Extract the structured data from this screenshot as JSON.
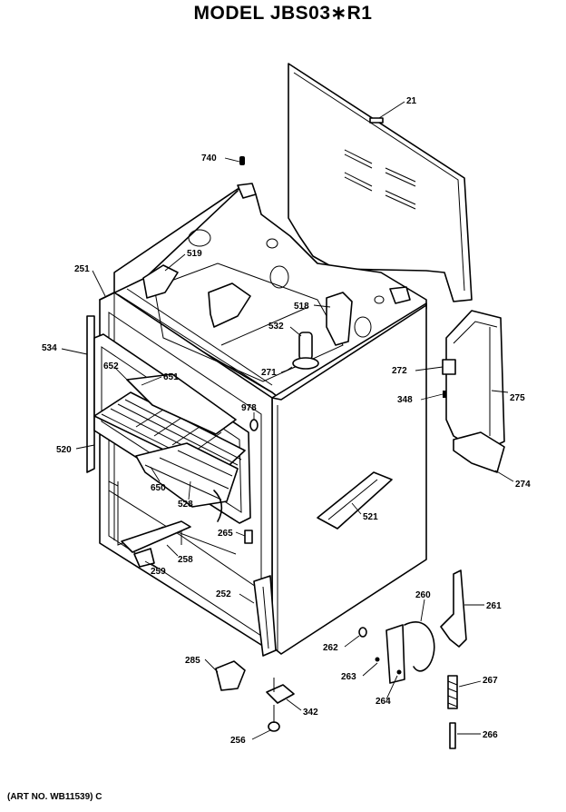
{
  "title": "MODEL JBS03∗R1",
  "art_number": "(ART NO. WB11539) C",
  "callouts": {
    "c21": "21",
    "c740": "740",
    "c519": "519",
    "c251": "251",
    "c518": "518",
    "c532": "532",
    "c534": "534",
    "c271": "271",
    "c272": "272",
    "c652": "652",
    "c651": "651",
    "c348": "348",
    "c275": "275",
    "c978": "978",
    "c520": "520",
    "c274": "274",
    "c650": "650",
    "c528": "528",
    "c521": "521",
    "c265": "265",
    "c259": "259",
    "c258": "258",
    "c252": "252",
    "c260": "260",
    "c261": "261",
    "c262": "262",
    "c285": "285",
    "c263": "263",
    "c267": "267",
    "c264": "264",
    "c342": "342",
    "c256": "256",
    "c266": "266"
  }
}
